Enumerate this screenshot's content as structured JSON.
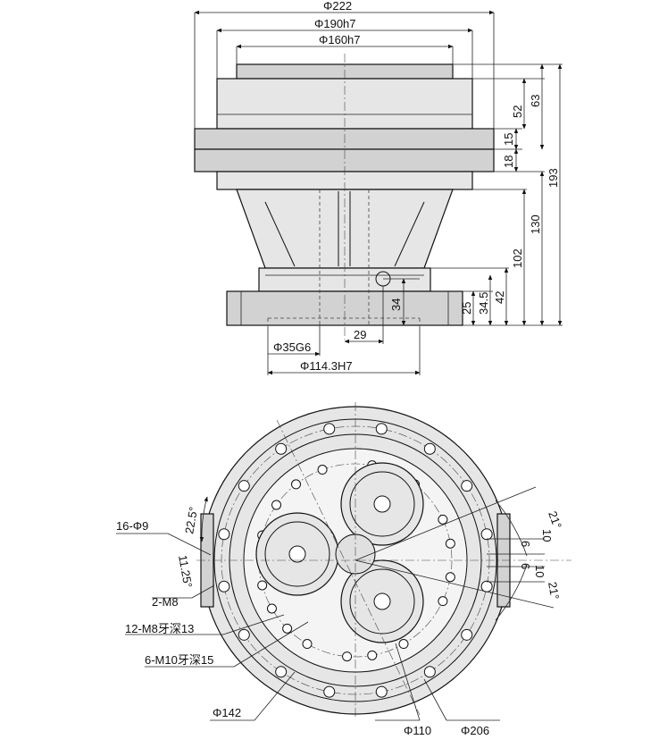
{
  "side_view": {
    "dims_top": [
      "Φ222",
      "Φ190h7",
      "Φ160h7"
    ],
    "dims_right": [
      "63",
      "52",
      "15",
      "18",
      "193",
      "130",
      "102",
      "42",
      "34.5",
      "25"
    ],
    "dims_inner": [
      "34",
      "29"
    ],
    "dims_bottom": [
      "Φ35G6",
      "Φ114.3H7"
    ]
  },
  "end_view": {
    "labels_left": [
      "16-Φ9",
      "22.5°",
      "11.25°",
      "2-M8",
      "12-M8牙深13",
      "6-M10牙深15"
    ],
    "labels_right": [
      "21°",
      "10",
      "6",
      "6",
      "10",
      "21°"
    ],
    "labels_bottom": [
      "Φ142",
      "Φ110",
      "Φ206"
    ]
  }
}
